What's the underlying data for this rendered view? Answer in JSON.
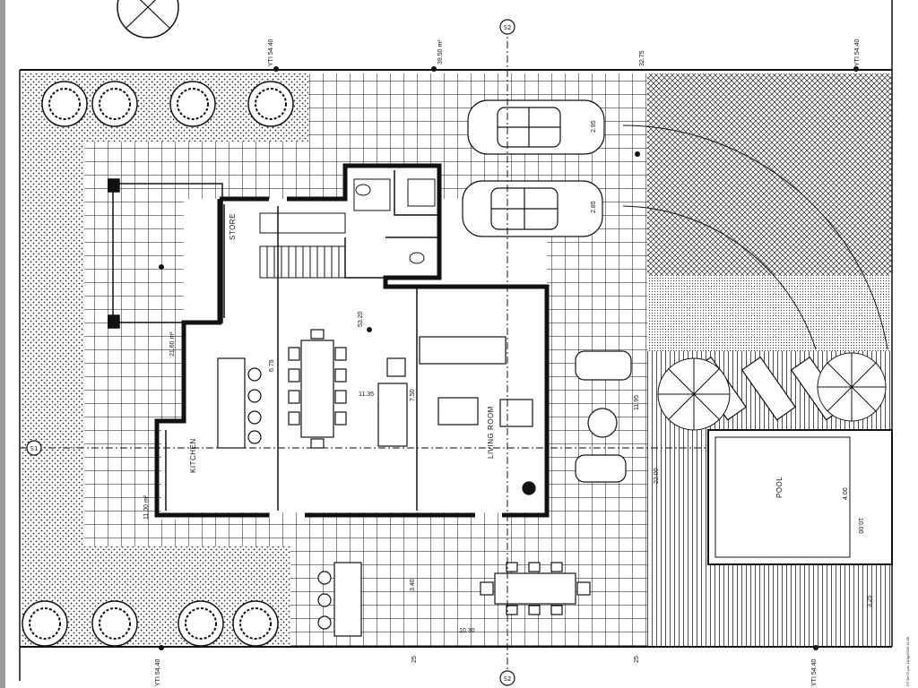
{
  "plan": {
    "rooms": {
      "kitchen": "KITCHEN",
      "living_room": "LIVING ROOM",
      "pool": "POOL",
      "store": "STORE"
    },
    "levels": {
      "yti_top_left": "YTI 54.40",
      "yti_top_right": "YTI 54.40",
      "yti_bottom_left": "YTI 54.40",
      "yti_bottom_right": "YTI 54.40",
      "center_level": "53.20"
    },
    "areas": {
      "top_area": "39.50 m²",
      "kitchen_area": "11.00 m²",
      "store_area": "21.60 m²"
    },
    "dims": {
      "top_right_offset": "32.75",
      "car1_width": "2.95",
      "car2_width": "2.85",
      "dining_dim": "6.75",
      "living_dim": "7.50",
      "hall_dim": "11.35",
      "pool_width": "4.00",
      "pool_len": "10.00",
      "terrace_dim": "3.40",
      "right_dim_1": "11.95",
      "right_dim_2": "22.00",
      "bottom_dim": "10.30",
      "bottom_left_tick": "25",
      "bottom_right_tick": "25",
      "bottom_right_side": "3.25"
    },
    "markers": {
      "grid_top": "S2",
      "grid_bottom": "S2",
      "grid_left": "S1"
    },
    "footer_note": "DT Bo Gl pto 11/Ap/2019 11:05"
  }
}
